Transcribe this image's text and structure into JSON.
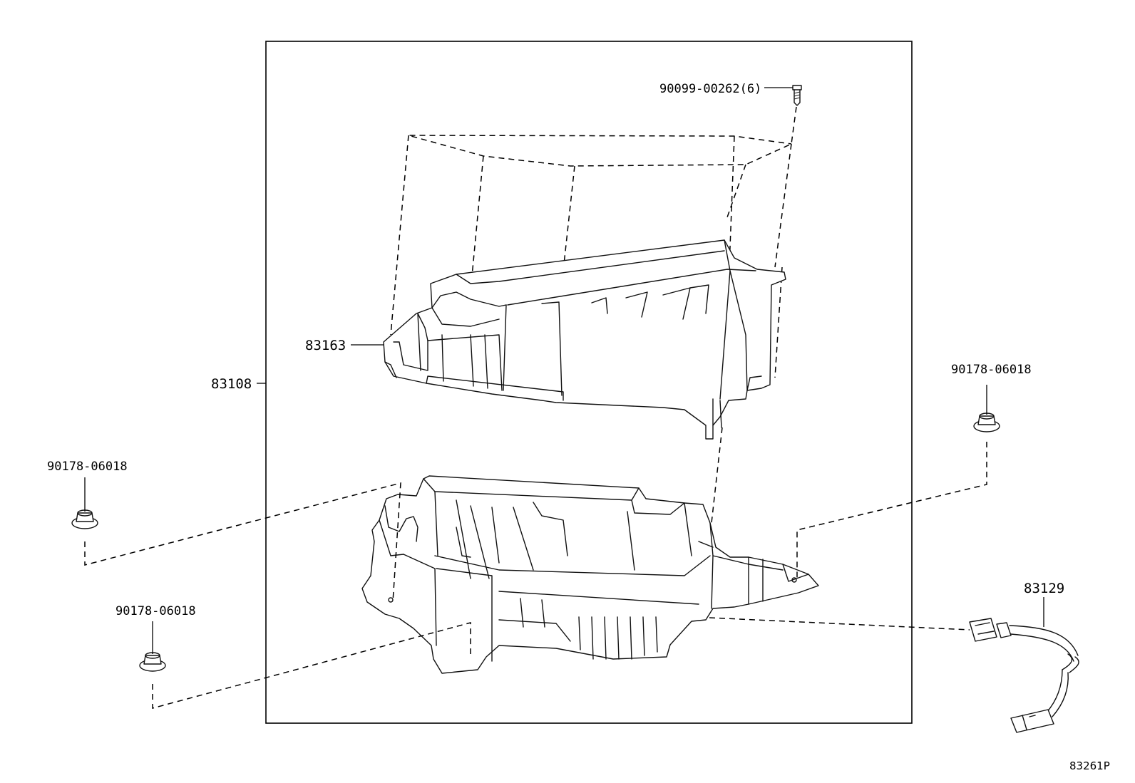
{
  "labels": {
    "screw": "90099-00262(6)",
    "upper_case": "83163",
    "assembly": "83108",
    "nut_right": "90178-06018",
    "nut_left": "90178-06018",
    "nut_bottom": "90178-06018",
    "harness": "83129"
  },
  "diagram_code": "83261P"
}
